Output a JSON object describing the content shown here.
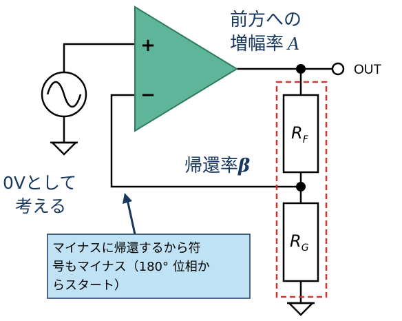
{
  "amplifier": {
    "plus_sign": "+",
    "minus_sign": "−",
    "gain_label_line1": "前方への",
    "gain_label_line2": "増幅率",
    "gain_symbol": "A",
    "fill_color": "#5fb59a",
    "stroke_color": "#2e7a5e"
  },
  "output": {
    "label": "OUT"
  },
  "feedback": {
    "label": "帰還率",
    "symbol": "β",
    "box_color": "#d9312b"
  },
  "resistors": {
    "rf_main": "R",
    "rf_sub": "F",
    "rg_main": "R",
    "rg_sub": "G"
  },
  "ground_note": {
    "line1": "0Vとして",
    "line2": "考える"
  },
  "callout": {
    "line1": "マイナスに帰還するから符",
    "line2": "号もマイナス（180°  位相か",
    "line3": "らスタート）",
    "fill_color": "#bfe3f5",
    "stroke_color": "#17375e"
  },
  "colors": {
    "wire": "#000000",
    "text": "#17375e"
  }
}
